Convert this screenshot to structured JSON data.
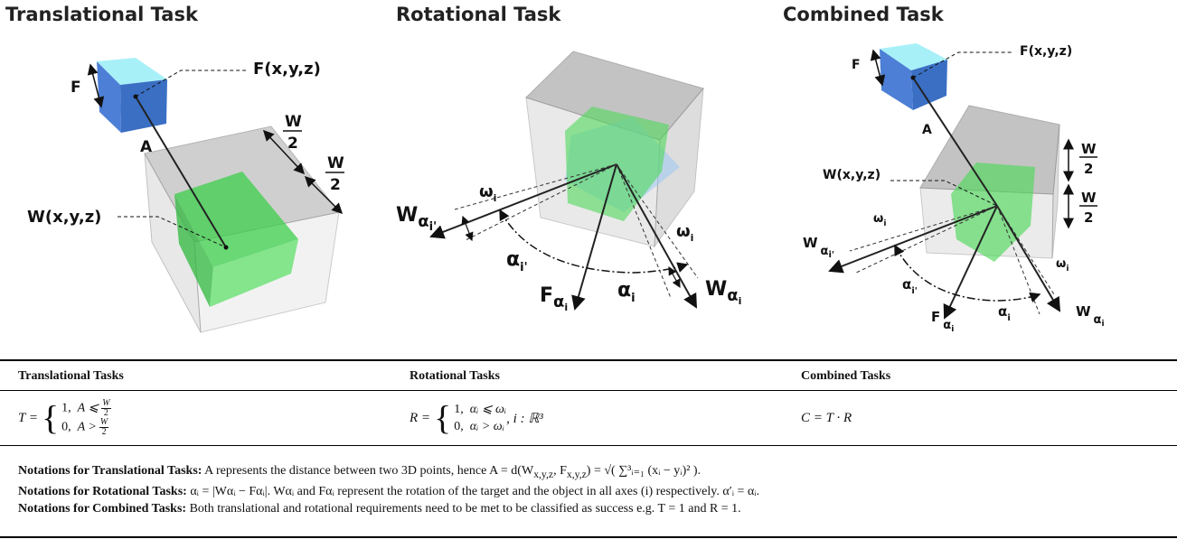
{
  "panels": {
    "translational": {
      "title": "Translational Task",
      "labels": {
        "f_point": "F(x,y,z)",
        "f_size": "F",
        "distance": "A",
        "w_point": "W(x,y,z)",
        "half_w": "W",
        "half_den": "2"
      }
    },
    "rotational": {
      "title": "Rotational Task",
      "labels": {
        "omega": "ω",
        "omega_sub": "i",
        "w_alpha": "W",
        "alpha_sub": "α",
        "i_prime": "i'",
        "alpha_prime": "α",
        "f_alpha": "F",
        "alpha": "α",
        "i": "i"
      }
    },
    "combined": {
      "title": "Combined Task",
      "labels": {
        "f_point": "F(x,y,z)",
        "f_size": "F",
        "distance": "A",
        "w_point": "W(x,y,z)",
        "half_w": "W",
        "half_den": "2"
      }
    }
  },
  "table": {
    "headers": [
      "Translational Tasks",
      "Rotational Tasks",
      "Combined Tasks"
    ],
    "translational": {
      "lhs": "T =",
      "case1": "1,",
      "cond1": "A ⩽",
      "case2": "0,",
      "cond2": "A >",
      "frac_num": "W",
      "frac_den": "2"
    },
    "rotational": {
      "lhs": "R =",
      "case1": "1,",
      "cond1": "αᵢ ⩽ ωᵢ",
      "case2": "0,",
      "cond2": "αᵢ > ωᵢ",
      "domain": ", i : ℝ³"
    },
    "combined": {
      "formula": "C = T · R"
    }
  },
  "notes": [
    {
      "label": "Notations for Translational Tasks:",
      "text": " A represents the distance between two 3D points, hence A = d(W",
      "tail": "x,y,z",
      "text2": ", F",
      "tail2": "x,y,z",
      "text3": ") = √( ∑³ᵢ₌₁ (xᵢ − yᵢ)² )."
    },
    {
      "label": "Notations for Rotational Tasks:",
      "text": " αᵢ = |Wαᵢ − Fαᵢ|. Wαᵢ and Fαᵢ represent the rotation of the target and the object in all axes (i) respectively. α′ᵢ = αᵢ."
    },
    {
      "label": "Notations for Combined Tasks:",
      "text": " Both translational and rotational requirements need to be met to be classified as success e.g. T = 1 and R = 1."
    }
  ],
  "colors": {
    "cube_light": "#a8f0f8",
    "cube_dark": "#3a6fc4",
    "target_green": "#4fd85a",
    "workspace_gray": "#b8b8b8"
  }
}
